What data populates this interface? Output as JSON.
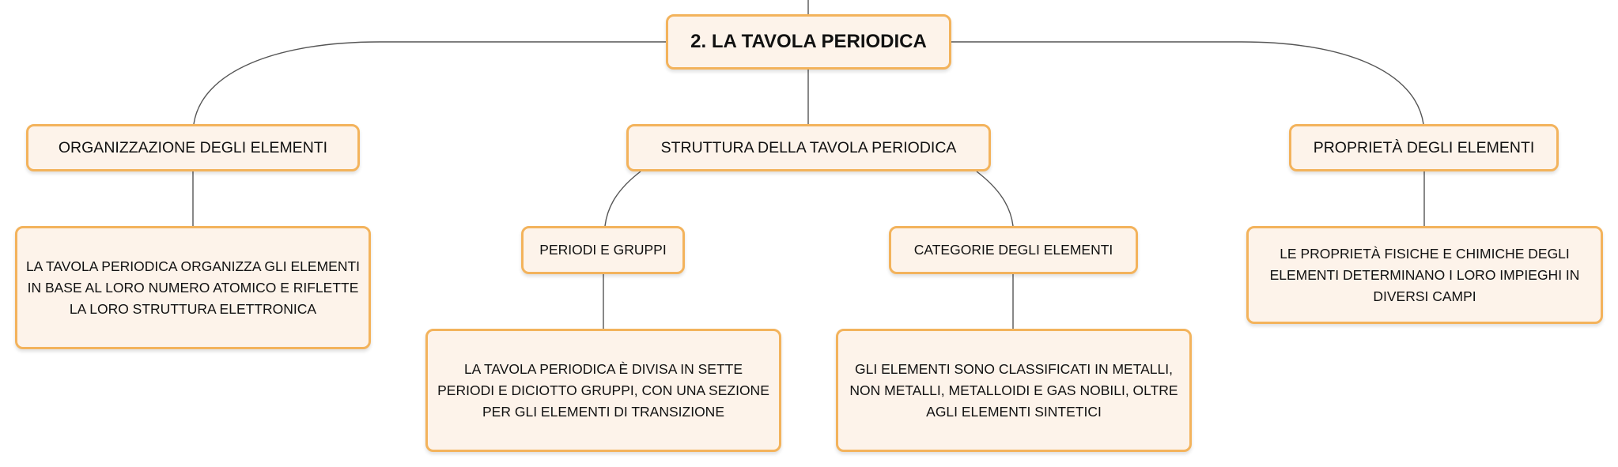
{
  "colors": {
    "node_fill": "#fdf3ea",
    "node_border": "#f3b35c",
    "connector": "#555555",
    "text": "#111111"
  },
  "root": {
    "title": "2. LA TAVOLA PERIODICA"
  },
  "branches": [
    {
      "title": "ORGANIZZAZIONE DEGLI ELEMENTI",
      "description": "LA TAVOLA PERIODICA ORGANIZZA GLI ELEMENTI IN BASE AL LORO NUMERO ATOMICO E RIFLETTE LA LORO STRUTTURA ELETTRONICA"
    },
    {
      "title": "STRUTTURA DELLA TAVOLA PERIODICA",
      "children": [
        {
          "title": "PERIODI E GRUPPI",
          "description": "LA TAVOLA PERIODICA È DIVISA IN SETTE PERIODI E DICIOTTO GRUPPI, CON UNA SEZIONE PER GLI ELEMENTI DI TRANSIZIONE"
        },
        {
          "title": "CATEGORIE DEGLI ELEMENTI",
          "description": "GLI ELEMENTI SONO CLASSIFICATI IN METALLI, NON METALLI, METALLOIDI E GAS NOBILI, OLTRE AGLI ELEMENTI SINTETICI"
        }
      ]
    },
    {
      "title": "PROPRIETÀ DEGLI ELEMENTI",
      "description": "LE PROPRIETÀ FISICHE E CHIMICHE DEGLI ELEMENTI DETERMINANO I LORO IMPIEGHI IN DIVERSI CAMPI"
    }
  ]
}
